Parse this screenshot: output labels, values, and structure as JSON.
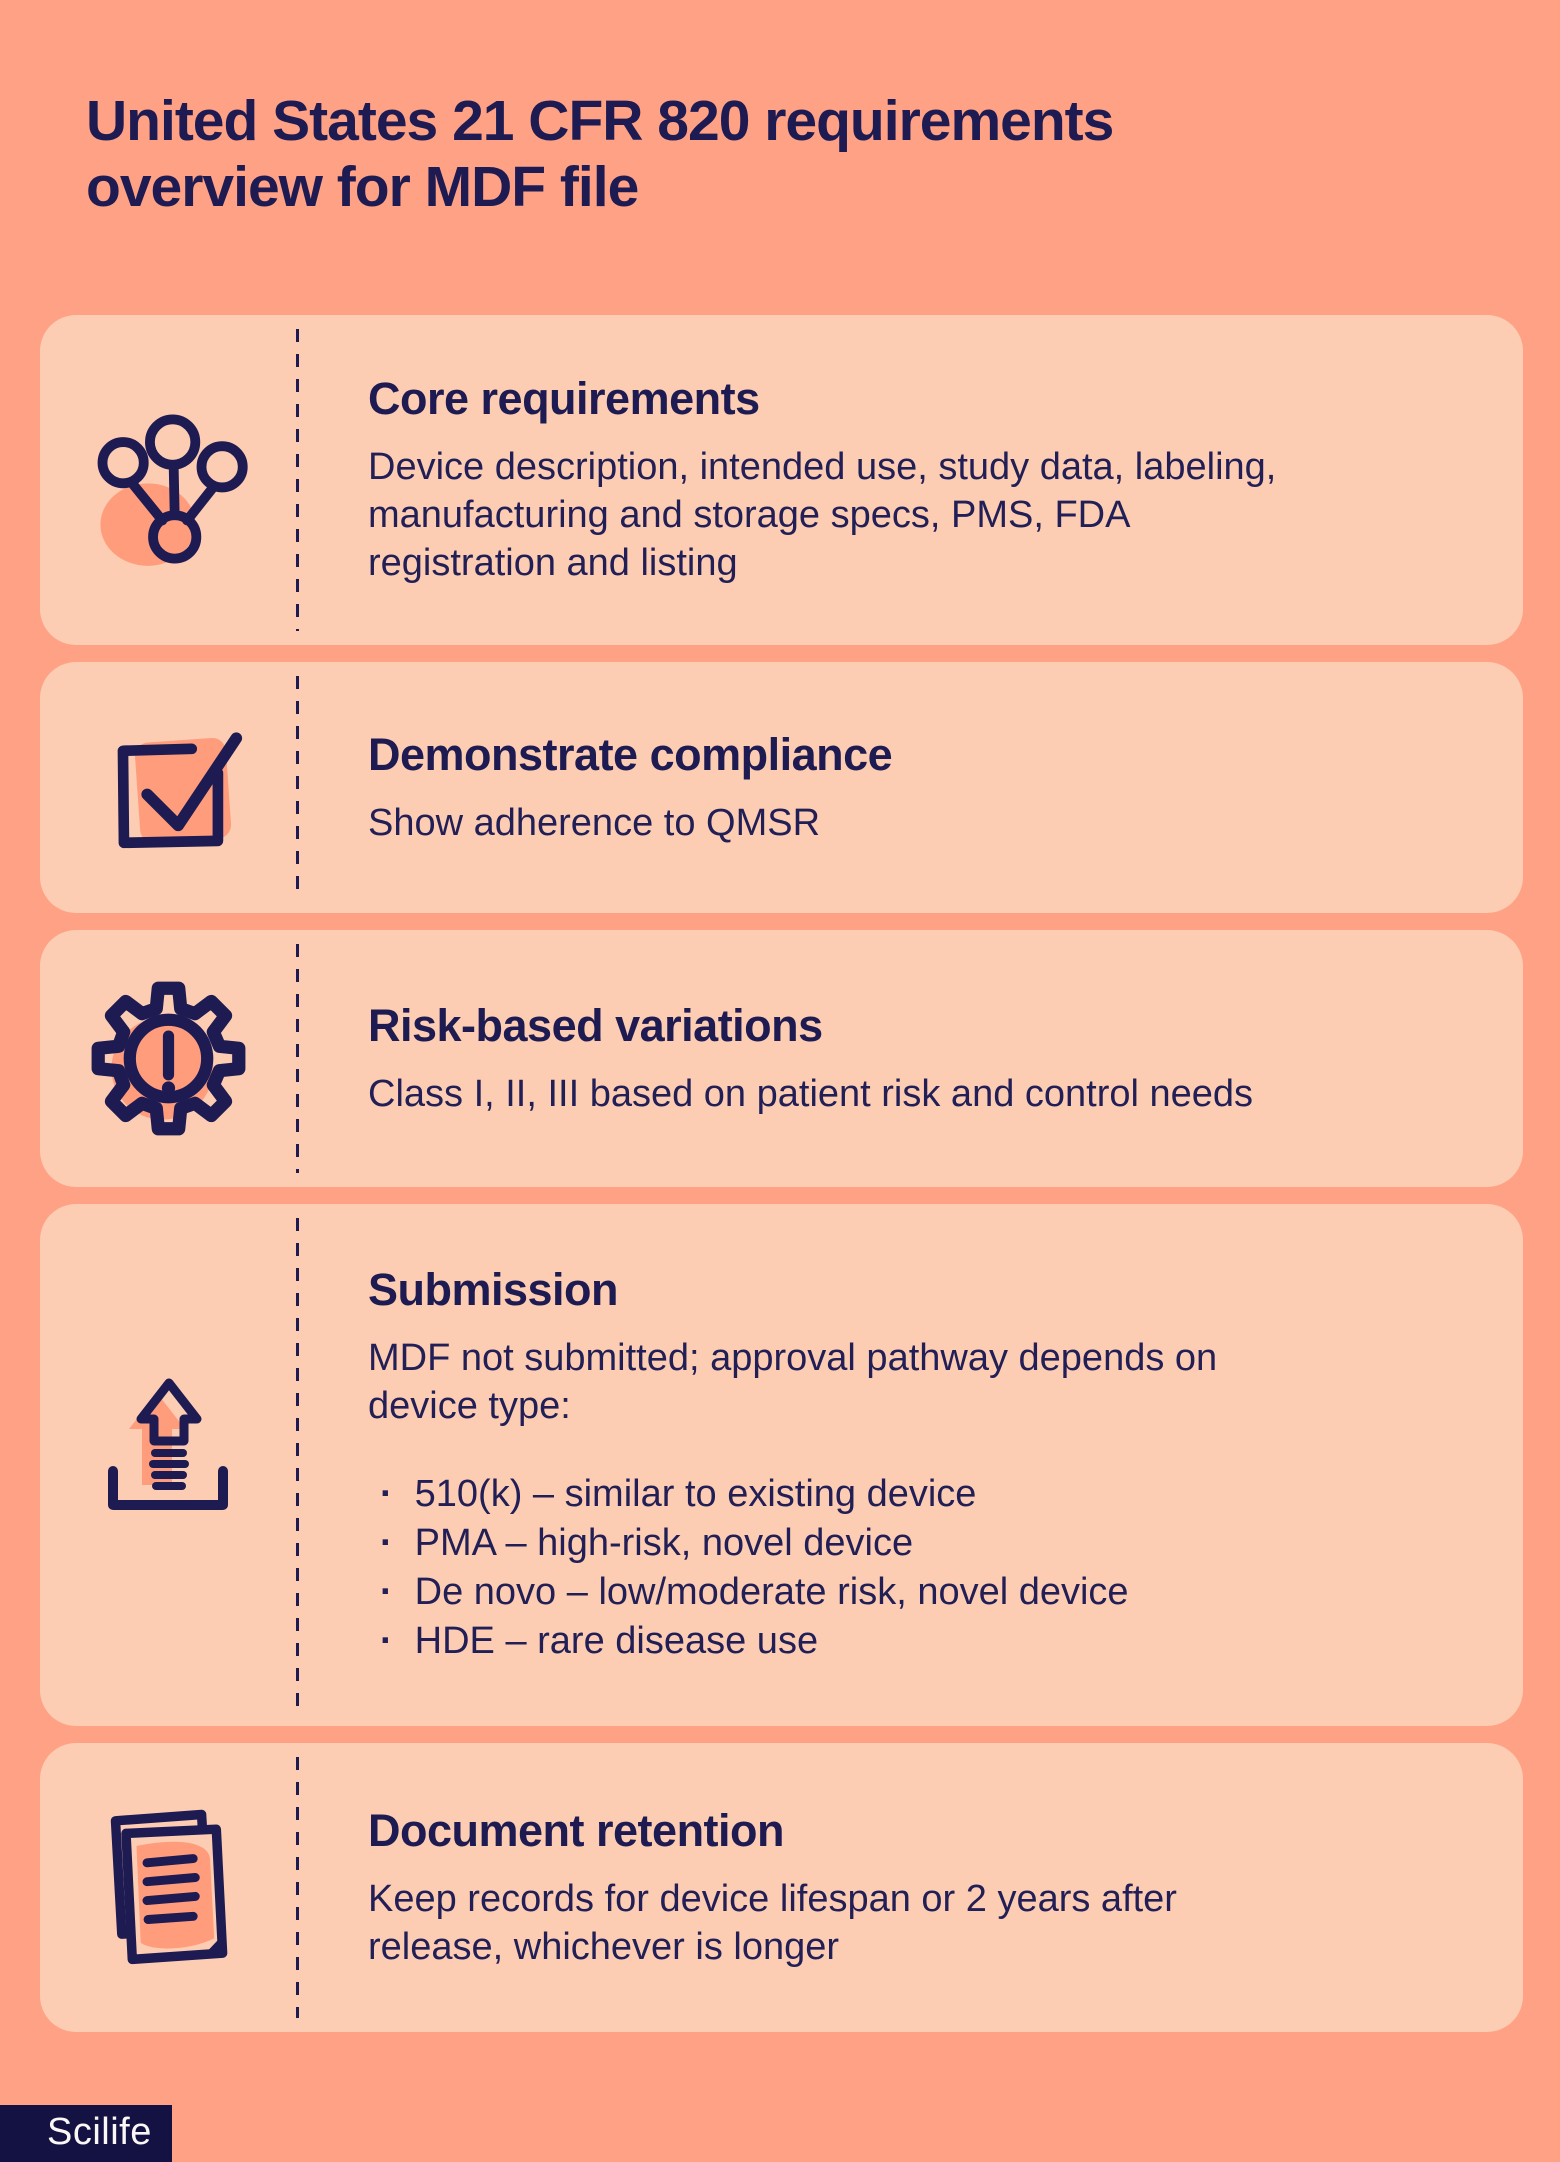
{
  "page": {
    "title": "United States 21 CFR 820 requirements\noverview for MDF file"
  },
  "colors": {
    "background": "#FFA184",
    "card": "#FCCDB2",
    "accent": "#FF9C7C",
    "ink": "#1E1B52",
    "logo_box": "#141143"
  },
  "cards": [
    {
      "icon": "network-icon",
      "heading": "Core requirements",
      "body": "Device description, intended use, study data, labeling,\nmanufacturing and storage specs, PMS, FDA\nregistration and listing"
    },
    {
      "icon": "checkbox-icon",
      "heading": "Demonstrate compliance",
      "body": "Show adherence to QMSR"
    },
    {
      "icon": "gear-alert-icon",
      "heading": "Risk-based variations",
      "body": "Class I, II, III based on patient risk and control needs"
    },
    {
      "icon": "upload-icon",
      "heading": "Submission",
      "body": "MDF not submitted; approval pathway depends on\ndevice type:",
      "bullets": [
        "510(k) – similar to existing device",
        "PMA – high-risk, novel device",
        "De novo – low/moderate risk, novel device",
        "HDE – rare disease use"
      ]
    },
    {
      "icon": "documents-icon",
      "heading": "Document retention",
      "body": "Keep records for device lifespan or 2 years after\nrelease, whichever is longer"
    }
  ],
  "footer": {
    "brand": "Scilife"
  }
}
